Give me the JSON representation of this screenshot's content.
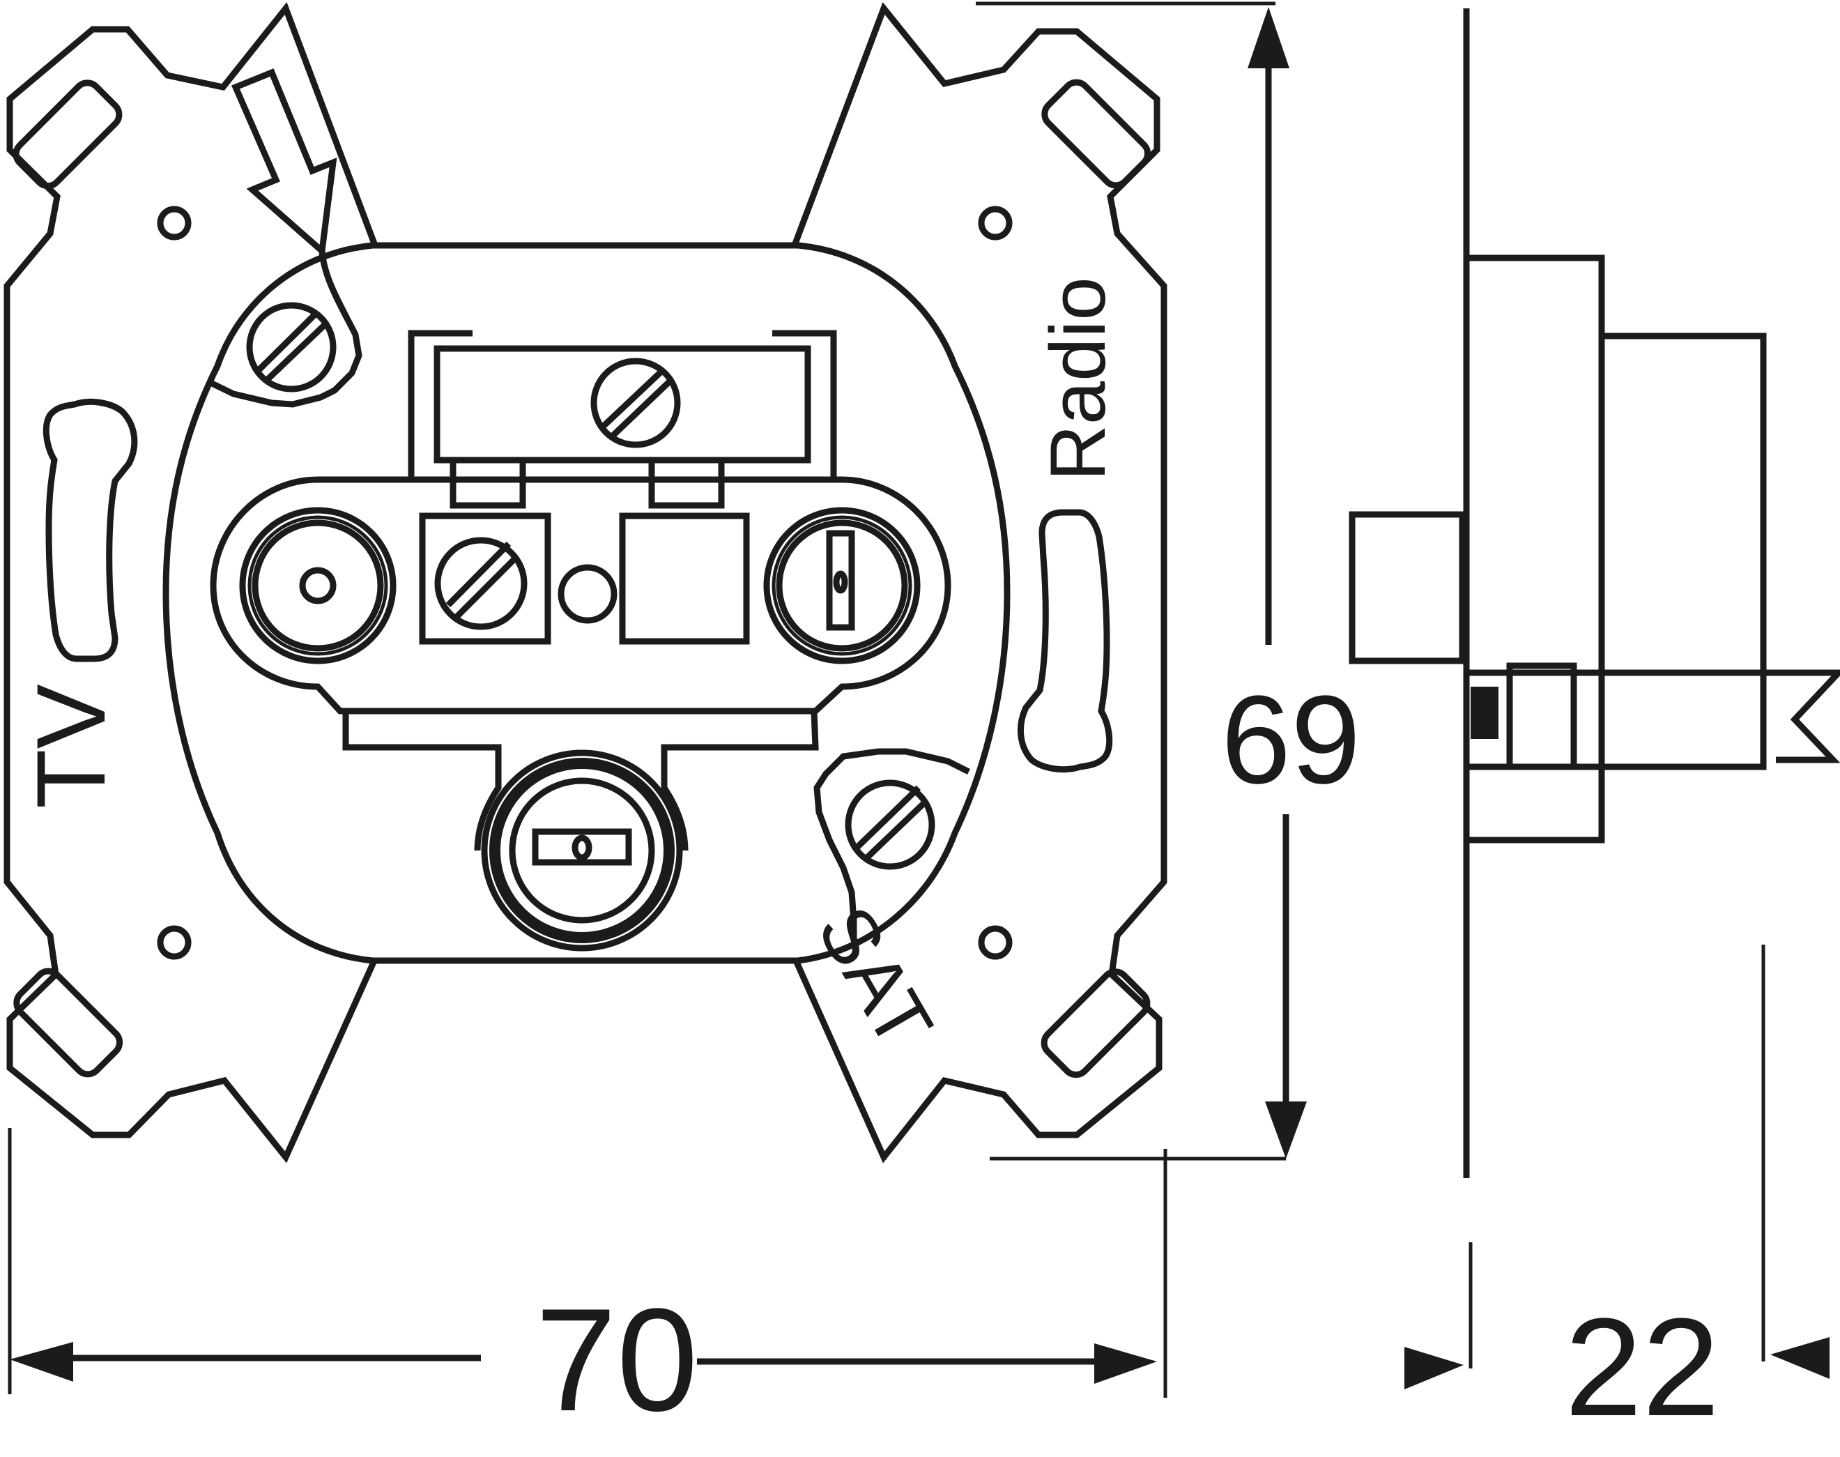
{
  "drawing": {
    "title": "Antenna socket (TV / Radio / SAT) dimensional drawing",
    "front_view": {
      "port_labels": {
        "tv": "TV",
        "radio": "Radio",
        "sat": "SAT"
      }
    },
    "dimensions": {
      "width_mm": "70",
      "height_mm": "69",
      "depth_mm": "22"
    },
    "line_color": "#1c1a1b",
    "background_color": "#ffffff"
  }
}
